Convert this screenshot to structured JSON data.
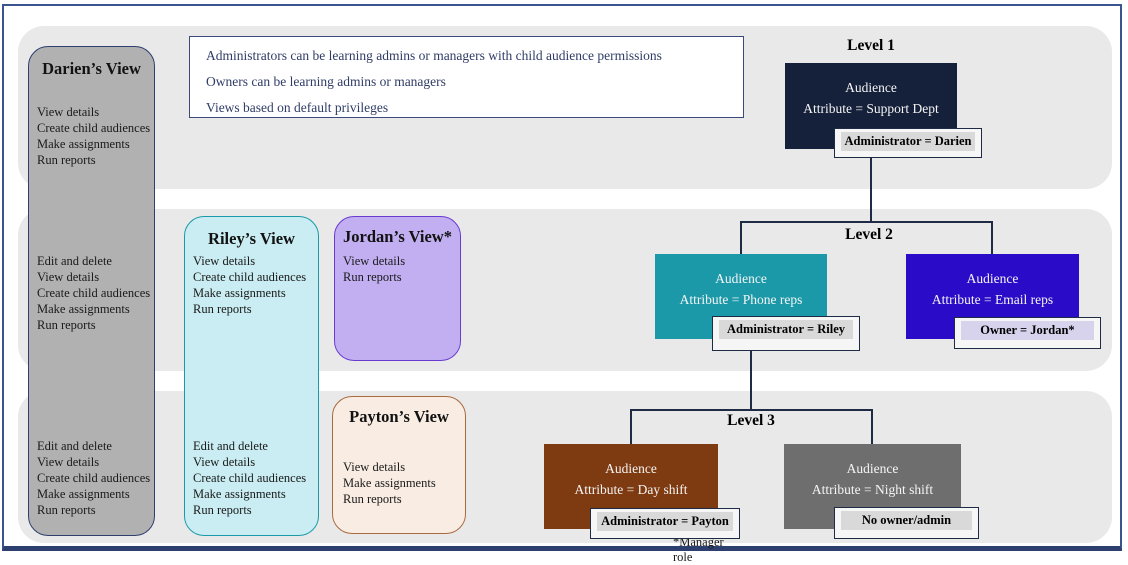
{
  "legend": {
    "line1": "Administrators can be learning admins or managers with child audience permissions",
    "line2": "Owners can be learning admins or managers",
    "line3": "Views based on default privileges"
  },
  "views": {
    "darien": {
      "title": "Darien’s View",
      "band1": [
        "View details",
        "Create child audiences",
        "Make assignments",
        "Run reports"
      ],
      "band2": [
        "Edit and delete",
        "View details",
        "Create child audiences",
        "Make assignments",
        "Run reports"
      ],
      "band3": [
        "Edit and delete",
        "View details",
        "Create child audiences",
        "Make assignments",
        "Run reports"
      ]
    },
    "riley": {
      "title": "Riley’s View",
      "band2": [
        "View details",
        "Create child audiences",
        "Make assignments",
        "Run reports"
      ],
      "band3": [
        "Edit and delete",
        "View details",
        "Create child audiences",
        "Make assignments",
        "Run reports"
      ]
    },
    "jordan": {
      "title": "Jordan’s View*",
      "band2": [
        "View details",
        "Run reports"
      ],
      "note": "*Manager role"
    },
    "payton": {
      "title": "Payton’s View",
      "band3": [
        "View details",
        "Make assignments",
        "Run reports"
      ]
    }
  },
  "hierarchy": {
    "level1": {
      "label": "Level 1",
      "audience": {
        "line1": "Audience",
        "line2": "Attribute = Support Dept",
        "tag": "Administrator = Darien"
      }
    },
    "level2": {
      "label": "Level 2",
      "phone": {
        "line1": "Audience",
        "line2": "Attribute = Phone reps",
        "tag": "Administrator = Riley"
      },
      "email": {
        "line1": "Audience",
        "line2": "Attribute = Email reps",
        "tag": "Owner = Jordan*"
      }
    },
    "level3": {
      "label": "Level 3",
      "day": {
        "line1": "Audience",
        "line2": "Attribute = Day shift",
        "tag": "Administrator = Payton"
      },
      "night": {
        "line1": "Audience",
        "line2": "Attribute = Night shift",
        "tag": "No owner/admin"
      }
    }
  },
  "colors": {
    "frame_border": "#3a5490",
    "frame_bottom_bar": "#2d3f6e",
    "band_bg": "#e9e9e9",
    "level1_box": "#15203a",
    "phone_box": "#1b99a9",
    "email_box": "#2a0cc8",
    "day_box": "#7e3a10",
    "night_box": "#6e6e6e",
    "darien_view_bg": "#b1b1b1",
    "riley_view_bg": "#c9edf2",
    "jordan_view_bg": "#c2aff1",
    "payton_view_bg": "#f8ece3",
    "tag_highlight": "#d9d9d9",
    "jordan_tag_highlight": "#d7d3ec",
    "legend_text": "#2f3c66"
  }
}
